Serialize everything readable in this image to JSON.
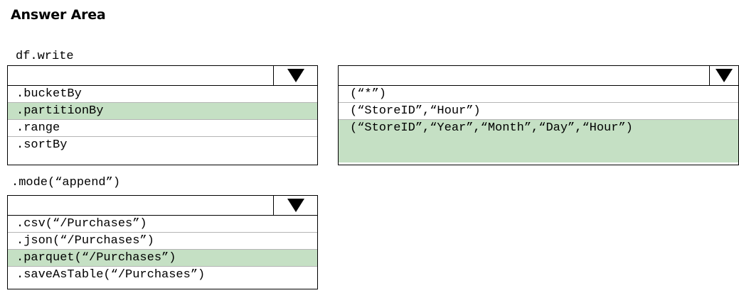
{
  "heading": "Answer Area",
  "code": {
    "line1": "df.write",
    "line2": ".mode(“append”)"
  },
  "dropdown_method": {
    "options": [
      ".bucketBy",
      ".partitionBy",
      ".range",
      ".sortBy"
    ],
    "selected_index": 1
  },
  "dropdown_columns": {
    "options": [
      "(“*”)",
      "(“StoreID”,“Hour”)",
      "(“StoreID”,“Year”,“Month”,“Day”,“Hour”)"
    ],
    "selected_index": 2
  },
  "dropdown_format": {
    "options": [
      ".csv(“/Purchases”)",
      ".json(“/Purchases”)",
      ".parquet(“/Purchases”)",
      ".saveAsTable(“/Purchases”)"
    ],
    "selected_index": 2
  },
  "colors": {
    "selected_bg": "#c5e0c4"
  }
}
